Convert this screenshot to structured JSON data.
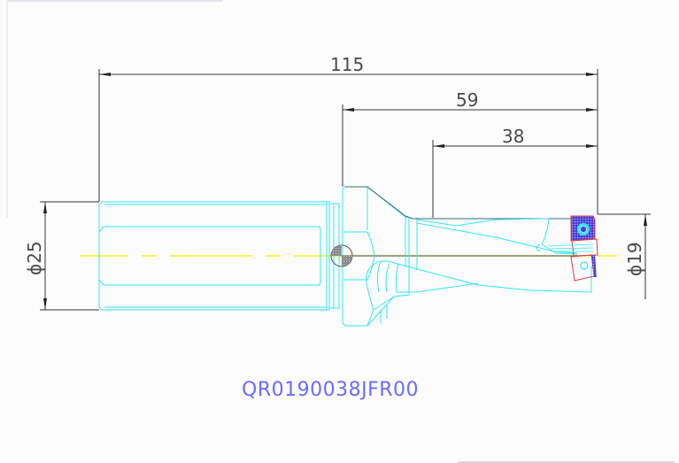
{
  "drawing": {
    "part_number": "QR0190038JFR00",
    "dimensions": {
      "overall_length": "115",
      "body_length": "59",
      "flute_length": "38",
      "shank_diameter": "ϕ25",
      "cutting_diameter": "ϕ19"
    },
    "colors": {
      "geometry": "#33e6f0",
      "dimension": "#333333",
      "centerline": "#f2f000",
      "insert_fill": "#4a3fd6",
      "insert_outline": "#e53a3a",
      "label": "#6a6cff"
    }
  }
}
